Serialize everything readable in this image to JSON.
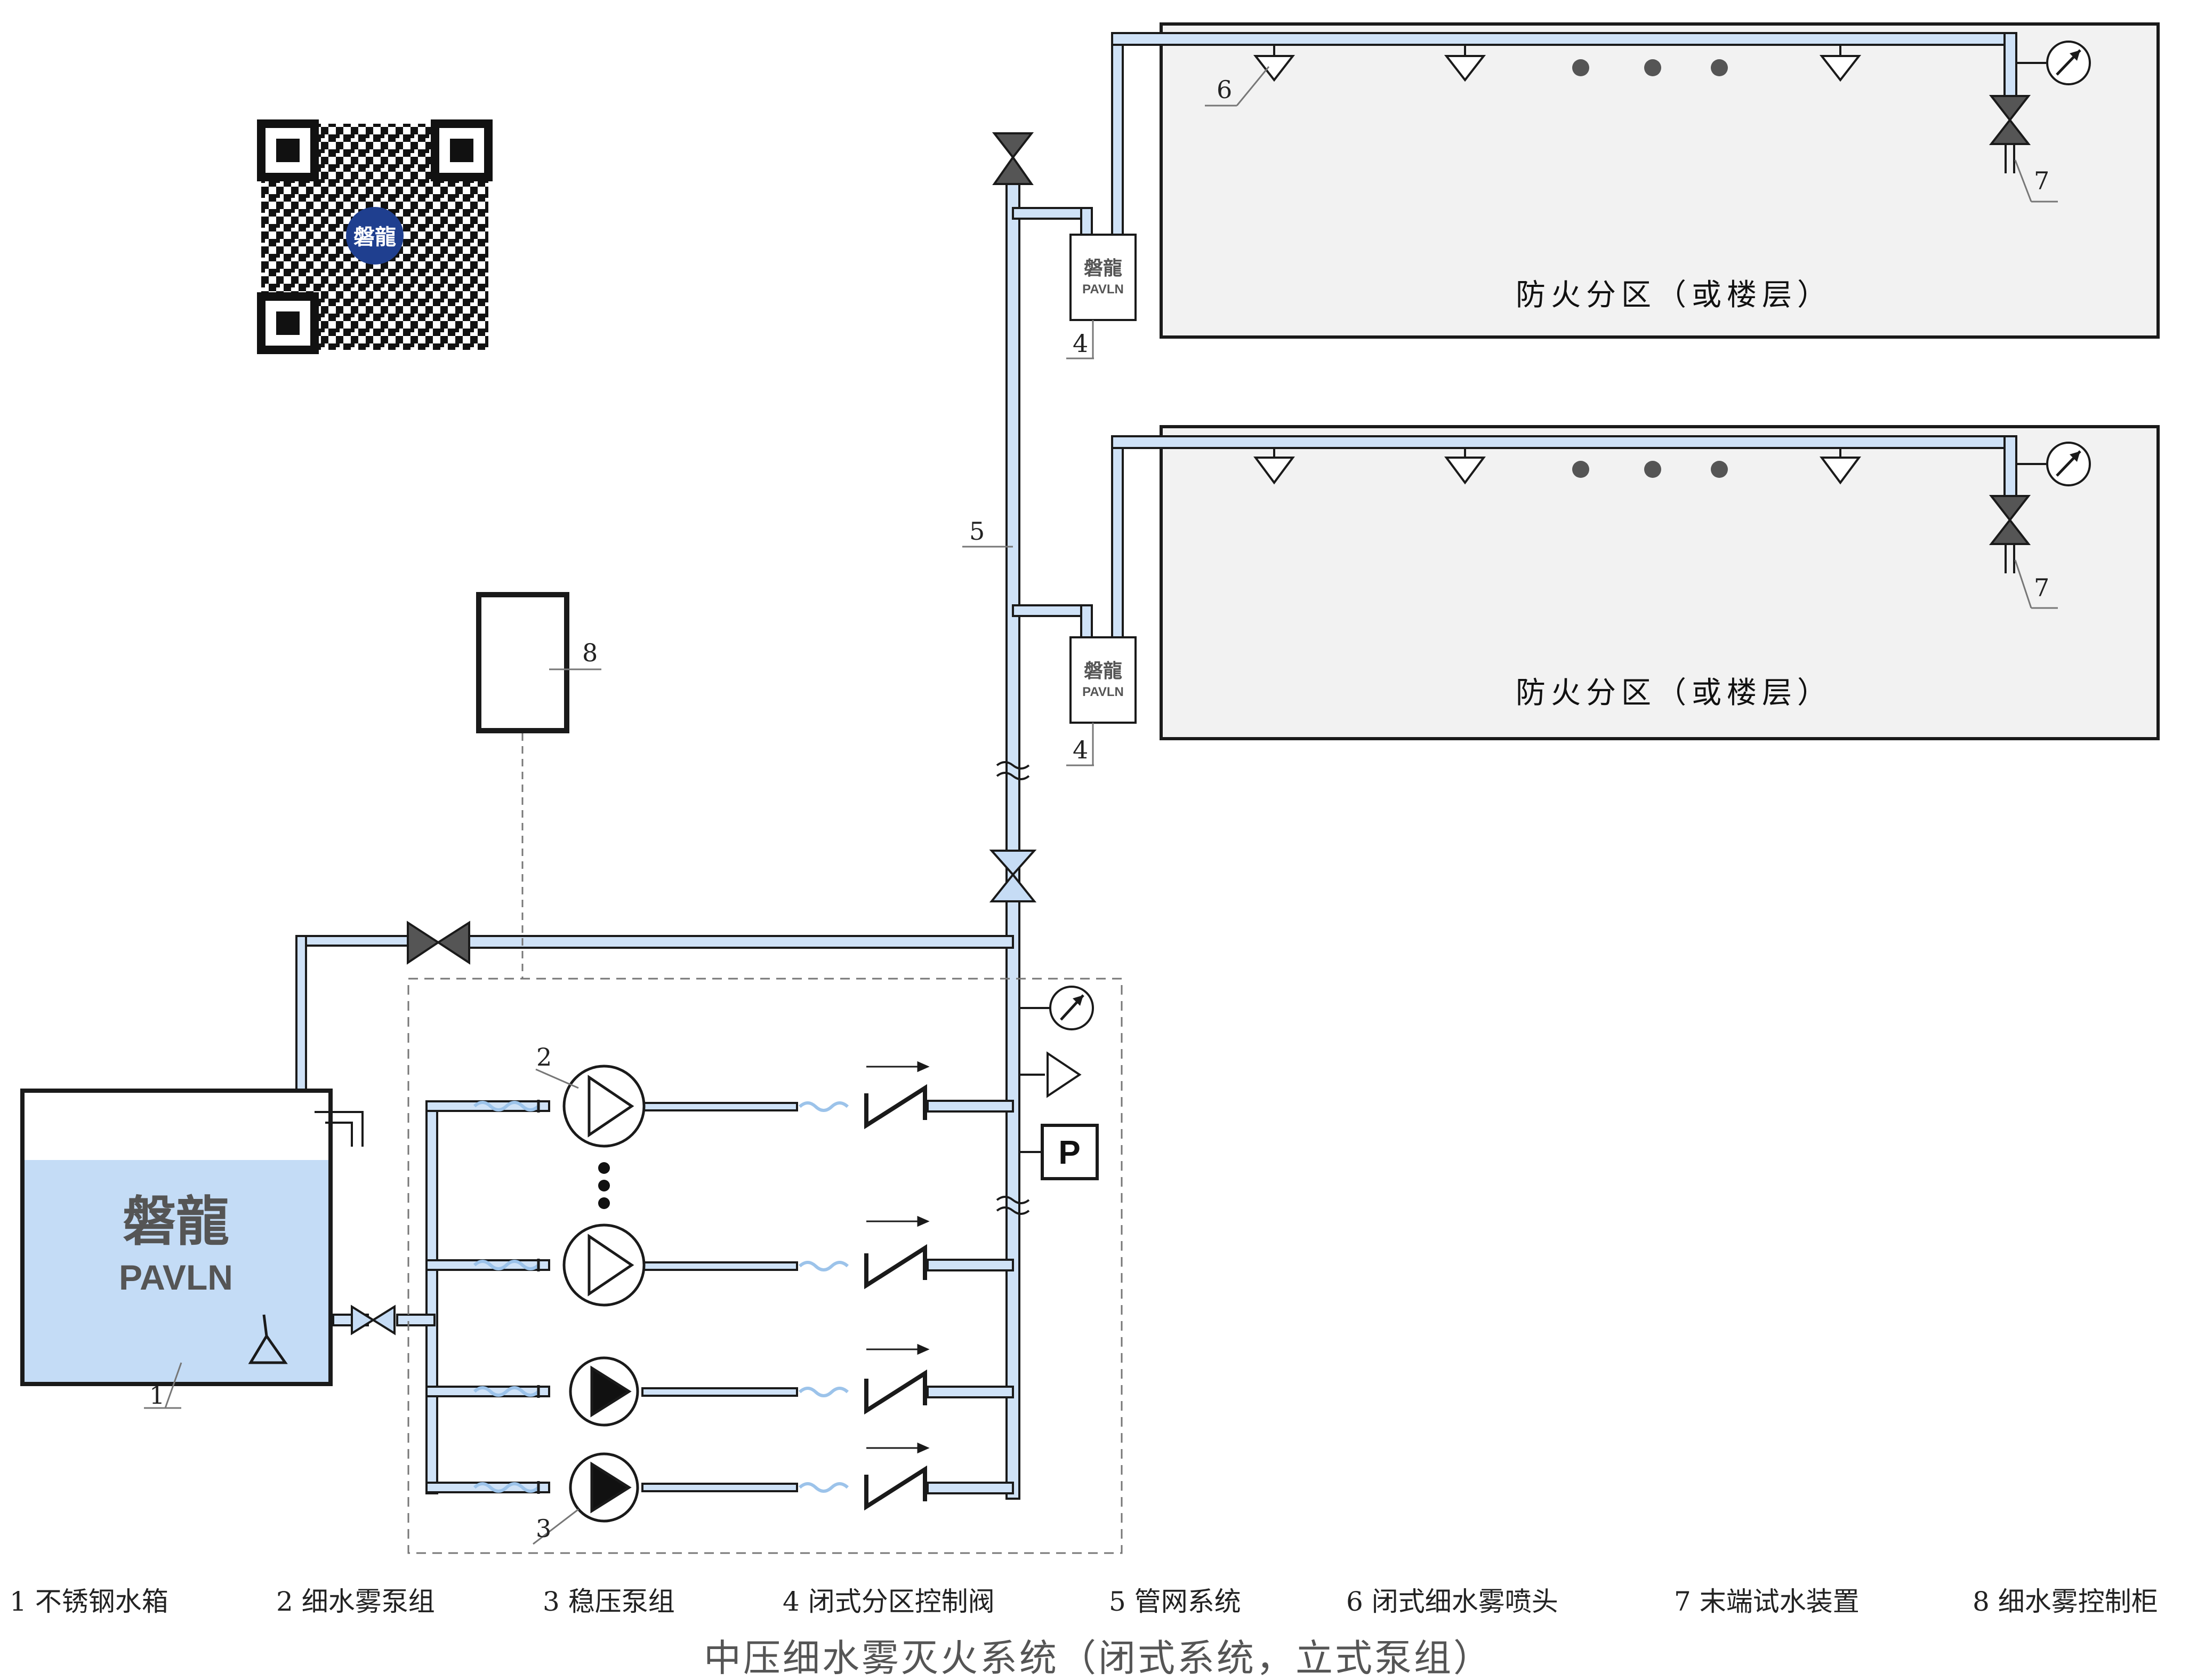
{
  "colors": {
    "pipe": "#cfe2f7",
    "pipe_stroke": "#1a1a1a",
    "water": "#c4dcf6",
    "zone_fill": "#f2f2f2",
    "valve_dark": "#555555",
    "valve_light": "#c6dcf5",
    "qr_center": "#1f3f8f"
  },
  "diagram": {
    "tank_brand_cn": "磐龍",
    "tank_brand_en": "PAVLN",
    "qr_logo_text": "磐龍",
    "pressure_switch": "P",
    "zones": [
      {
        "label": "防火分区（或楼层）"
      },
      {
        "label": "防火分区（或楼层）"
      }
    ],
    "valve_units": [
      {
        "brand_cn": "磐龍",
        "brand_en": "PAVLN",
        "callout": "4"
      },
      {
        "brand_cn": "磐龍",
        "brand_en": "PAVLN",
        "callout": "4"
      }
    ],
    "callouts": {
      "tank": "1",
      "mist_pump": "2",
      "jockey_pump": "3",
      "riser": "5",
      "nozzle": "6",
      "test_upper": "7",
      "test_lower": "7",
      "cabinet": "8"
    }
  },
  "legend": [
    "1 不锈钢水箱",
    "2 细水雾泵组",
    "3 稳压泵组",
    "4 闭式分区控制阀",
    "5 管网系统",
    "6 闭式细水雾喷头",
    "7 末端试水装置",
    "8 细水雾控制柜"
  ],
  "title": "中压细水雾灭火系统（闭式系统，立式泵组）"
}
